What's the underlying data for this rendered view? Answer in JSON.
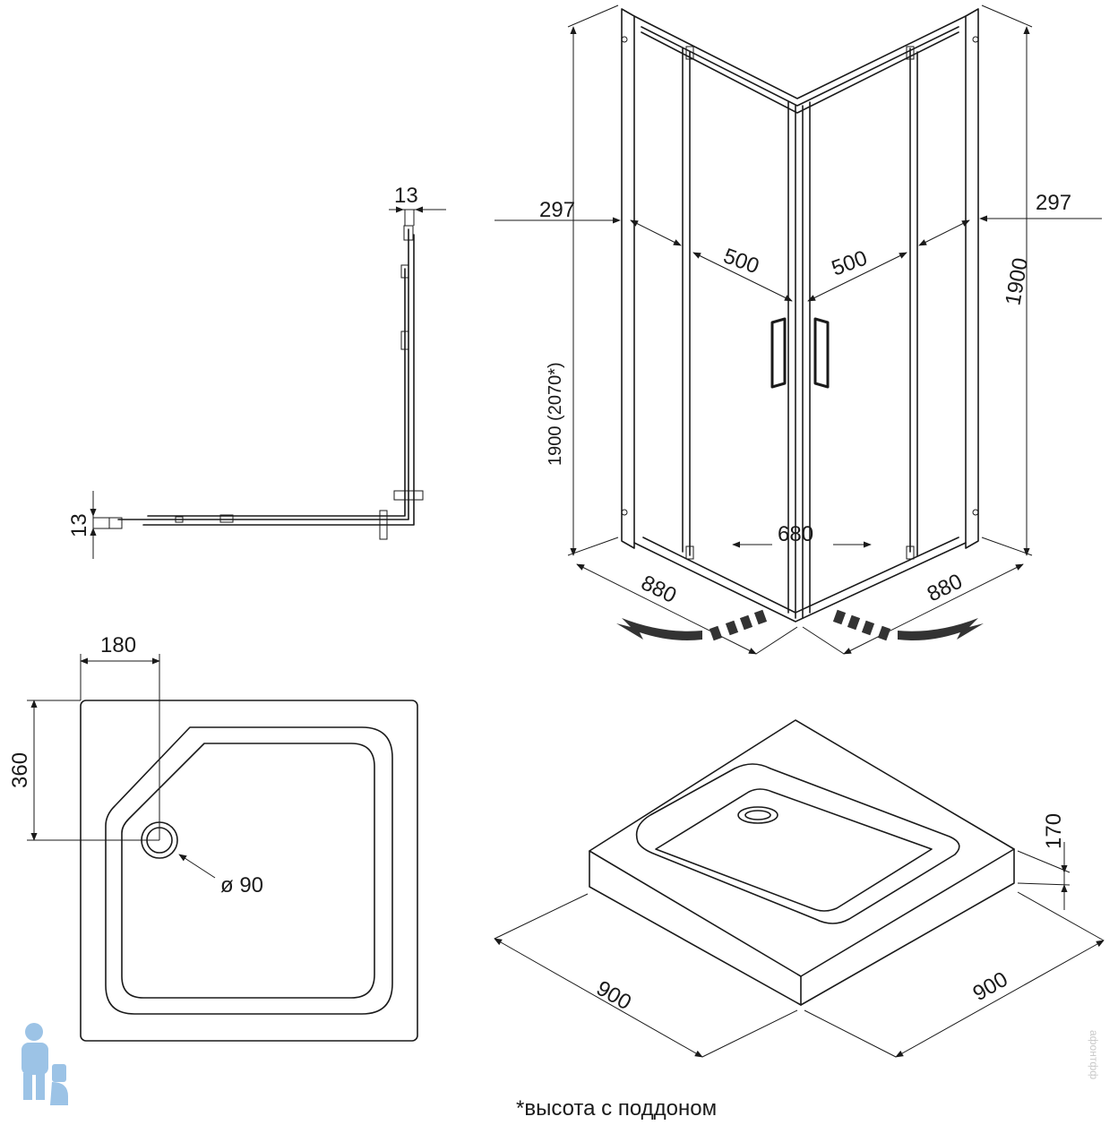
{
  "profile_view": {
    "dim_top": "13",
    "dim_left": "13"
  },
  "cabin_view": {
    "dim_left_offset": "297",
    "dim_right_offset": "297",
    "dim_door_left": "500",
    "dim_door_right": "500",
    "dim_height_left": "1900 (2070*)",
    "dim_height_right": "1900",
    "dim_opening": "680",
    "dim_side_left": "880",
    "dim_side_right": "880"
  },
  "tray_plan": {
    "dim_drain_x": "180",
    "dim_drain_y": "360",
    "dim_drain_diameter": "ø 90"
  },
  "tray_iso": {
    "dim_height": "170",
    "dim_side_left": "900",
    "dim_side_right": "900"
  },
  "footnote": "*высота с поддоном",
  "watermark": "афонтфф",
  "colors": {
    "line": "#1a1a1a",
    "mascot": "#9cc3e6"
  }
}
